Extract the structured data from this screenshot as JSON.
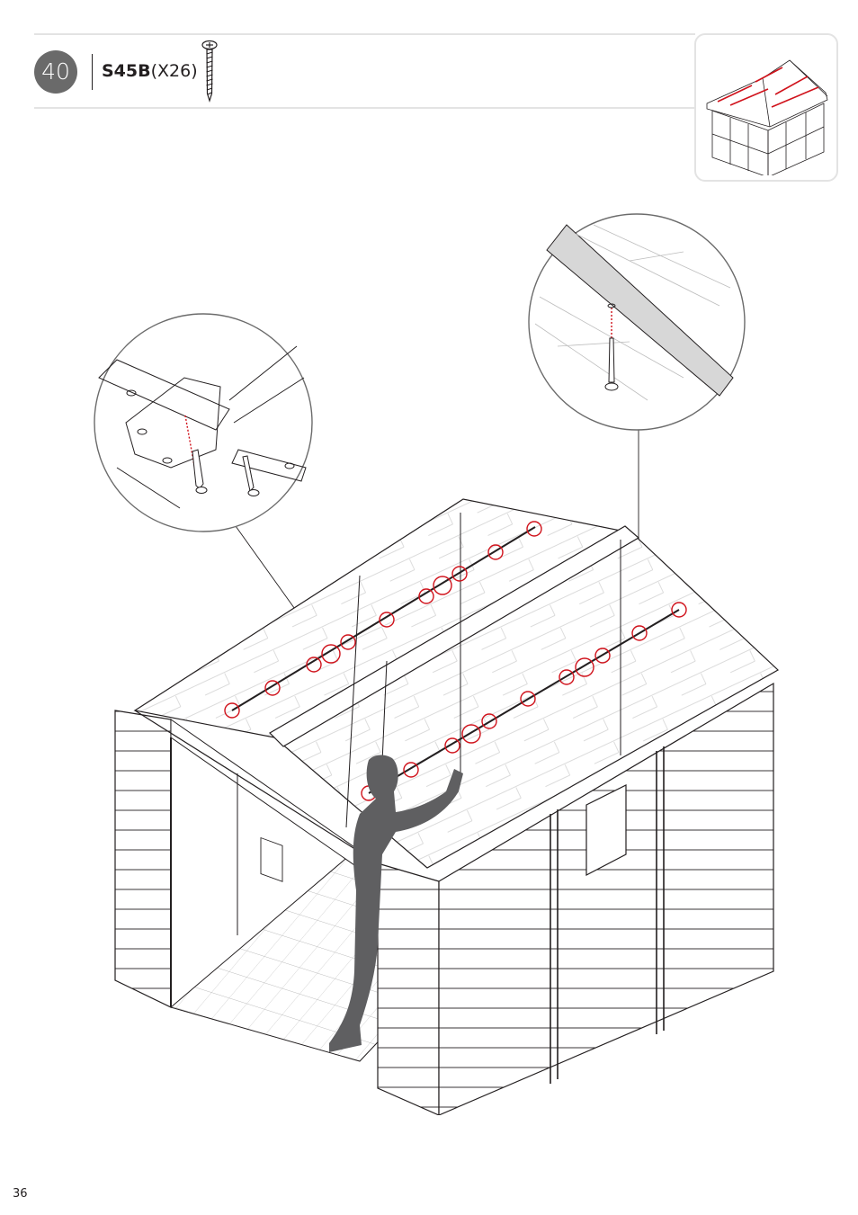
{
  "step": {
    "number": "40"
  },
  "part": {
    "code": "S45B",
    "quantity": "(X26)"
  },
  "colors": {
    "highlight": "#d0121b",
    "badge": "#6a6a6a",
    "figure": "#5f5f61",
    "line": "#231f20"
  },
  "icons": [
    "screw-icon",
    "shed-thumbnail-icon",
    "roof-detail-zoom",
    "eave-detail-zoom",
    "person-figure"
  ],
  "page": {
    "number": "36"
  }
}
